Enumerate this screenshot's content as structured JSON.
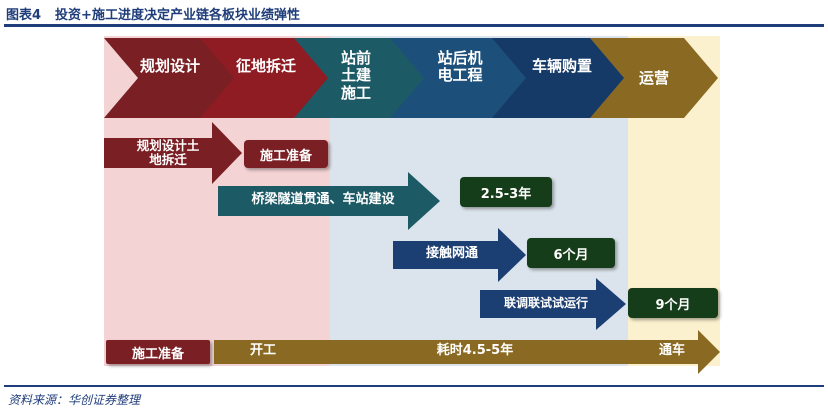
{
  "header": {
    "figure_no": "图表4",
    "title": "投资+施工进度决定产业链各板块业绩弹性"
  },
  "phases": [
    {
      "label": "规划设计",
      "color": "#7a2024"
    },
    {
      "label": "征地拆迁",
      "color": "#8e1c22"
    },
    {
      "label": "站前土建施工",
      "color": "#1c5a66"
    },
    {
      "label": "站后机电工程",
      "color": "#1c4f7a"
    },
    {
      "label": "车辆购置",
      "color": "#163a68"
    },
    {
      "label": "运营",
      "color": "#8a6a22"
    }
  ],
  "tasks": {
    "planning": "规划设计土地拆迁",
    "prep": "施工准备",
    "bridge": "桥梁隧道贯通、车站建设",
    "bridge_duration": "2.5-3年",
    "catenary": "接触网通",
    "catenary_duration": "6个月",
    "testing": "联调联试试运行",
    "testing_duration": "9个月"
  },
  "timeline": {
    "prep": "施工准备",
    "start": "开工",
    "duration": "耗时4.5-5年",
    "end": "通车"
  },
  "footer": {
    "source": "资料来源：华创证券整理"
  },
  "colors": {
    "dark_red": "#7a1f24",
    "teal": "#1c5a66",
    "navy": "#1c3f73",
    "dark_green": "#163d1a",
    "gold": "#8a6a22"
  }
}
